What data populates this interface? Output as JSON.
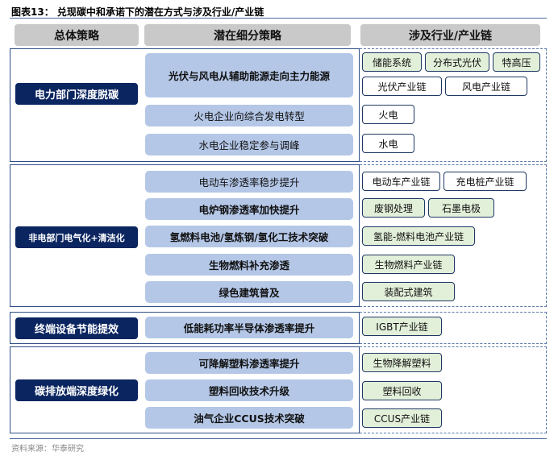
{
  "title": "图表13：  兑现碳中和承诺下的潜在方式与涉及行业/产业链",
  "headers": [
    "总体策略",
    "潜在细分策略",
    "涉及行业/产业链"
  ],
  "sections": [
    {
      "label": "电力部门深度脱碳",
      "strategies": [
        "光伏与风电从辅助能源走向主力能源",
        "火电企业向综合发电转型",
        "水电企业稳定参与调峰"
      ],
      "tags": [
        "储能系统",
        "分布式光伏",
        "特高压",
        "光伏产业链",
        "风电产业链",
        "火电",
        "水电"
      ]
    },
    {
      "label": "非电部门电气化+清洁化",
      "strategies": [
        "电动车渗透率稳步提升",
        "电炉钢渗透率加快提升",
        "氢燃料电池/氢炼钢/氢化工技术突破",
        "生物燃料补充渗透",
        "绿色建筑普及"
      ],
      "tags": [
        "电动车产业链",
        "充电桩产业链",
        "废钢处理",
        "石墨电极",
        "氢能-燃料电池产业链",
        "生物燃料产业链",
        "装配式建筑"
      ]
    },
    {
      "label": "终端设备节能提效",
      "strategies": [
        "低能耗功率半导体渗透率提升"
      ],
      "tags": [
        "IGBT产业链"
      ]
    },
    {
      "label": "碳排放端深度绿化",
      "strategies": [
        "可降解塑料渗透率提升",
        "塑料回收技术升级",
        "油气企业CCUS技术突破"
      ],
      "tags": [
        "生物降解塑料",
        "塑料回收",
        "CCUS产业链"
      ]
    }
  ],
  "source": "资料来源：华泰研究",
  "colors": {
    "header": "#c9c9c9",
    "mid": "#b4c7e7",
    "dark": "#0b2560",
    "green": "#e2efd9"
  }
}
